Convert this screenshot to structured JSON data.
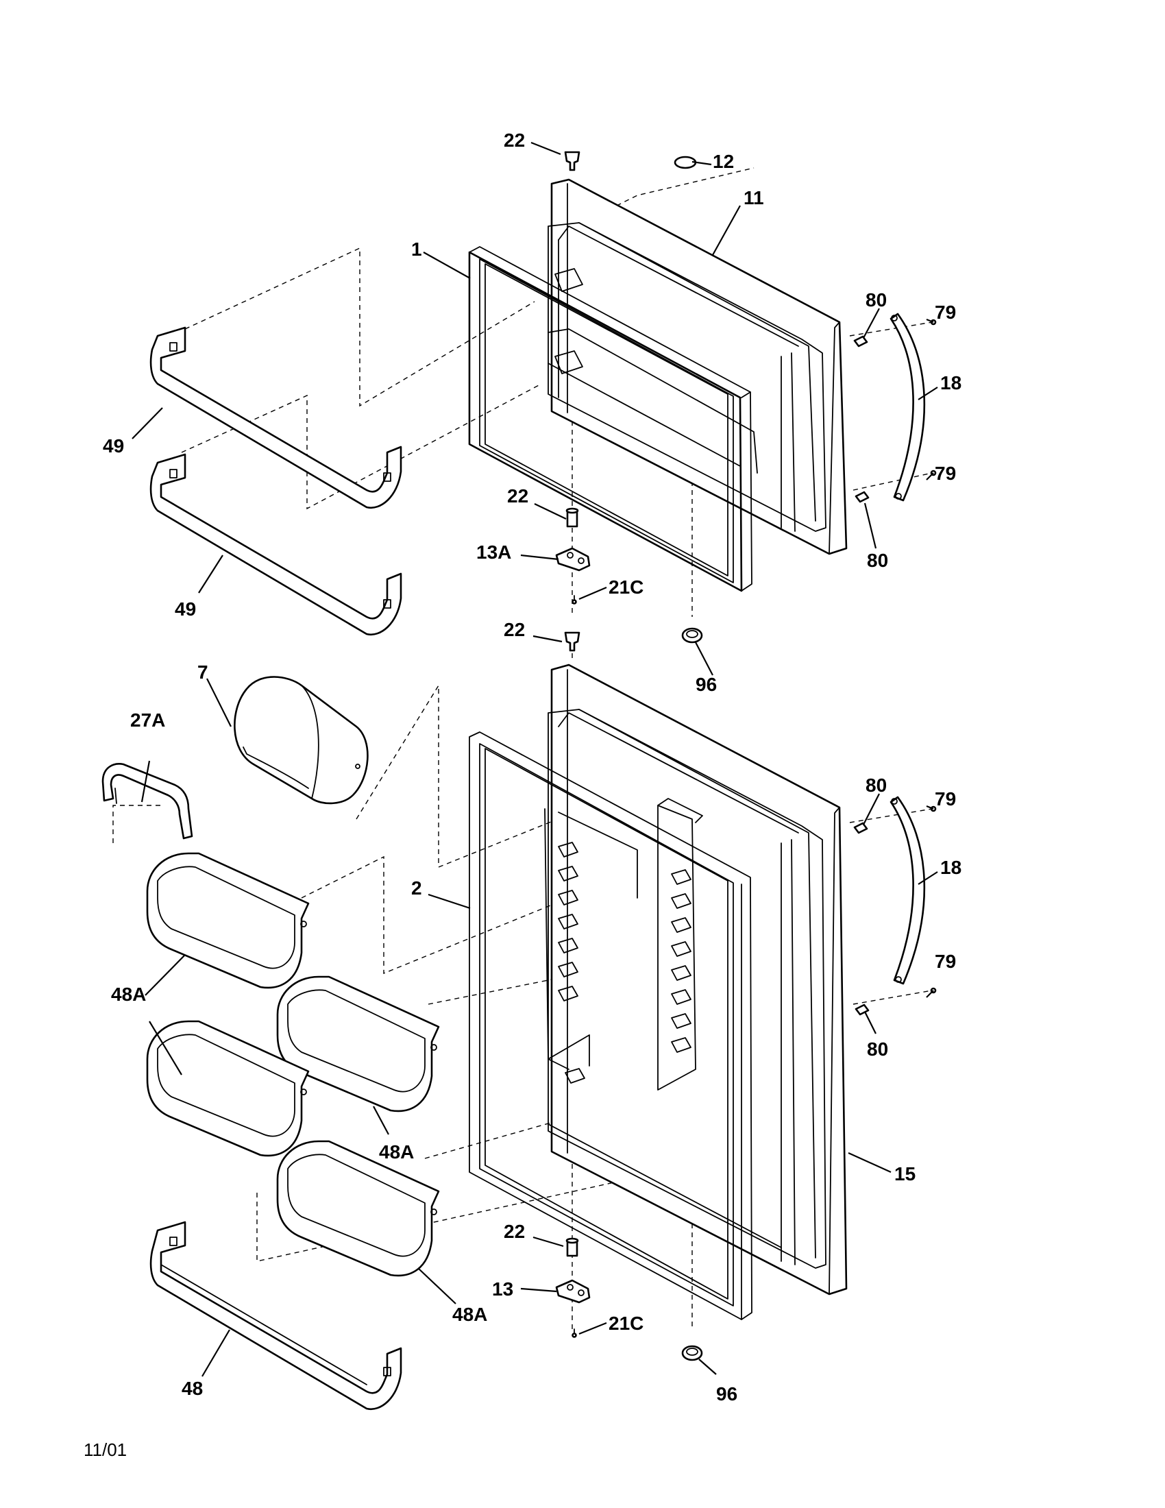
{
  "diagram": {
    "callouts": {
      "c22a": "22",
      "c12": "12",
      "c11": "11",
      "c1": "1",
      "c80a": "80",
      "c79a": "79",
      "c18a": "18",
      "c79b": "79",
      "c80b": "80",
      "c49a": "49",
      "c49b": "49",
      "c22b": "22",
      "c13A": "13A",
      "c21Ca": "21C",
      "c96a": "96",
      "c22c": "22",
      "c7": "7",
      "c27A": "27A",
      "c2": "2",
      "c80c": "80",
      "c79c": "79",
      "c18b": "18",
      "c79d": "79",
      "c80d": "80",
      "c48Aa": "48A",
      "c48Ab": "48A",
      "c48Ac": "48A",
      "c15": "15",
      "c22d": "22",
      "c13": "13",
      "c21Cb": "21C",
      "c48": "48",
      "c96b": "96"
    },
    "footer": "11/01"
  }
}
